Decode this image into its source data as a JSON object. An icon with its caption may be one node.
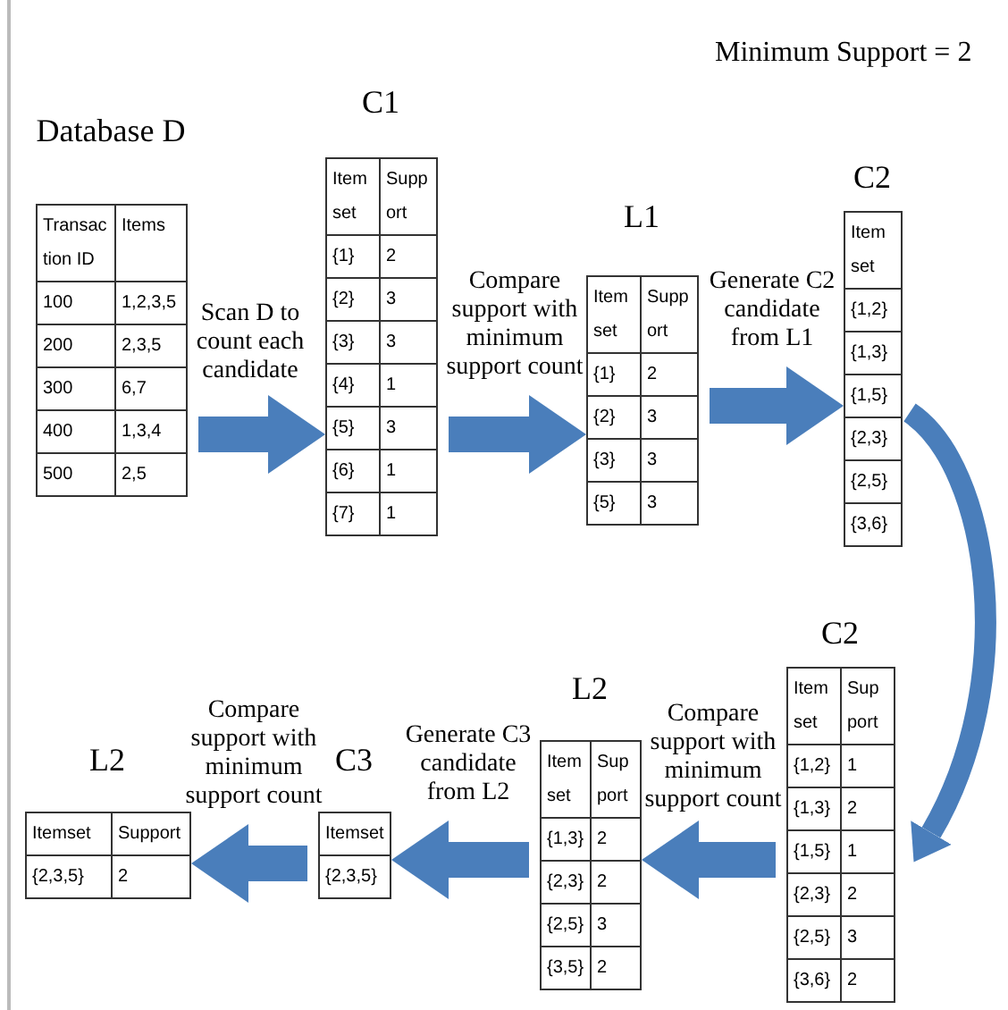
{
  "diagram": {
    "nodes": [
      {
        "text": [
          "Database D",
          "Transaction ID",
          "Items",
          "100",
          "1,2,3,5",
          "200",
          "2,3,5",
          "300",
          "6,7",
          "400",
          "1,3,4",
          "500",
          "2,5"
        ]
      },
      {
        "text": [
          "C1",
          "Item set",
          "Support",
          "{1}",
          "2",
          "{2}",
          "3",
          "{3}",
          "3",
          "{4}",
          "1",
          "{5}",
          "3",
          "{6}",
          "1",
          "{7}",
          "1"
        ]
      },
      {
        "text": [
          "L1",
          "Item set",
          "Support",
          "{1}",
          "2",
          "{2}",
          "3",
          "{3}",
          "3",
          "{5}",
          "3"
        ]
      },
      {
        "text": [
          "C2",
          "Item set",
          "{1,2}",
          "{1,3}",
          "{1,5}",
          "{2,3}",
          "{2,5}",
          "{3,6}"
        ]
      },
      {
        "text": [
          "C2",
          "Item set",
          "Support",
          "{1,2}",
          "1",
          "{1,3}",
          "2",
          "{1,5}",
          "1",
          "{2,3}",
          "2",
          "{2,5}",
          "3",
          "{3,6}",
          "2"
        ]
      },
      {
        "text": [
          "L2",
          "Item set",
          "Support",
          "{1,3}",
          "2",
          "{2,3}",
          "2",
          "{2,5}",
          "3",
          "{3,5}",
          "2"
        ]
      },
      {
        "text": [
          "C3",
          "Itemset",
          "{2,3,5}"
        ]
      },
      {
        "text": [
          "L2",
          "Itemset",
          "Support",
          "{2,3,5}",
          "2"
        ]
      }
    ],
    "edges": [
      {
        "from": 0,
        "to": 1,
        "arrow": "to",
        "label": "Scan D to count each candidate"
      },
      {
        "from": 1,
        "to": 2,
        "arrow": "to",
        "label": "Compare support with minimum support count"
      },
      {
        "from": 2,
        "to": 3,
        "arrow": "to",
        "label": "Generate C2 candidate from L1"
      },
      {
        "from": 3,
        "to": 4,
        "arrow": "to"
      },
      {
        "from": 4,
        "to": 5,
        "arrow": "to",
        "label": "Compare support with minimum support count"
      },
      {
        "from": 5,
        "to": 6,
        "arrow": "to",
        "label": "Generate C3 candidate from L2"
      },
      {
        "from": 6,
        "to": 7,
        "arrow": "to",
        "label": "Compare support with minimum support count"
      }
    ],
    "labels": [
      "Minimum Support = 2"
    ]
  }
}
